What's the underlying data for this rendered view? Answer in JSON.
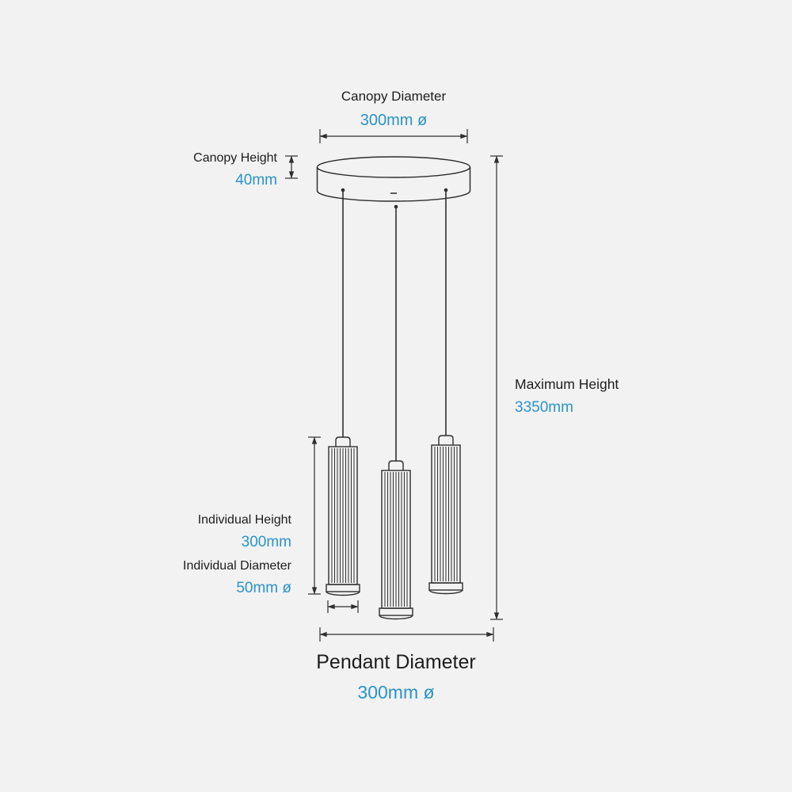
{
  "diagram": {
    "background_color": "#f2f2f2",
    "line_color": "#2e2e2e",
    "accent_color": "#2a93c9",
    "annotations": {
      "canopy_diameter": {
        "label": "Canopy Diameter",
        "value": "300mm ø"
      },
      "canopy_height": {
        "label": "Canopy Height",
        "value": "40mm"
      },
      "maximum_height": {
        "label": "Maximum Height",
        "value": "3350mm"
      },
      "individual_height": {
        "label": "Individual Height",
        "value": "300mm"
      },
      "individual_diameter": {
        "label": "Individual Diameter",
        "value": "50mm ø"
      },
      "pendant_diameter": {
        "label": "Pendant Diameter",
        "value": "300mm ø"
      }
    }
  }
}
